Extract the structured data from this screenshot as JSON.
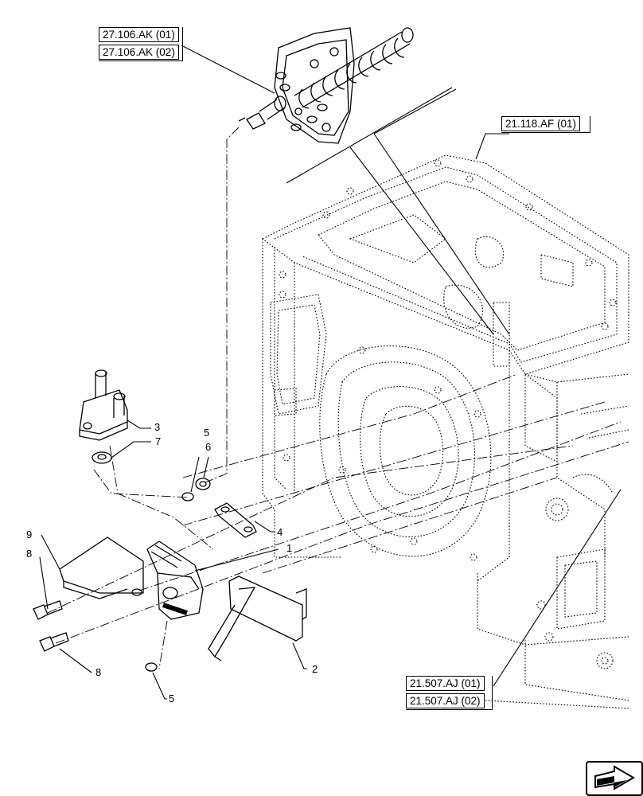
{
  "references": {
    "steering_valve_01": "27.106.AK (01)",
    "steering_valve_02": "27.106.AK (02)",
    "transmission_housing": "21.118.AF (01)",
    "rear_axle_01": "21.507.AJ (01)",
    "rear_axle_02": "21.507.AJ (02)"
  },
  "callouts": {
    "c1": "1",
    "c2": "2",
    "c3": "3",
    "c4": "4",
    "c5a": "5",
    "c5b": "5",
    "c6": "6",
    "c7": "7",
    "c8a": "8",
    "c8b": "8",
    "c9": "9"
  },
  "navigation": {
    "icon": "next-page-arrow-icon"
  }
}
